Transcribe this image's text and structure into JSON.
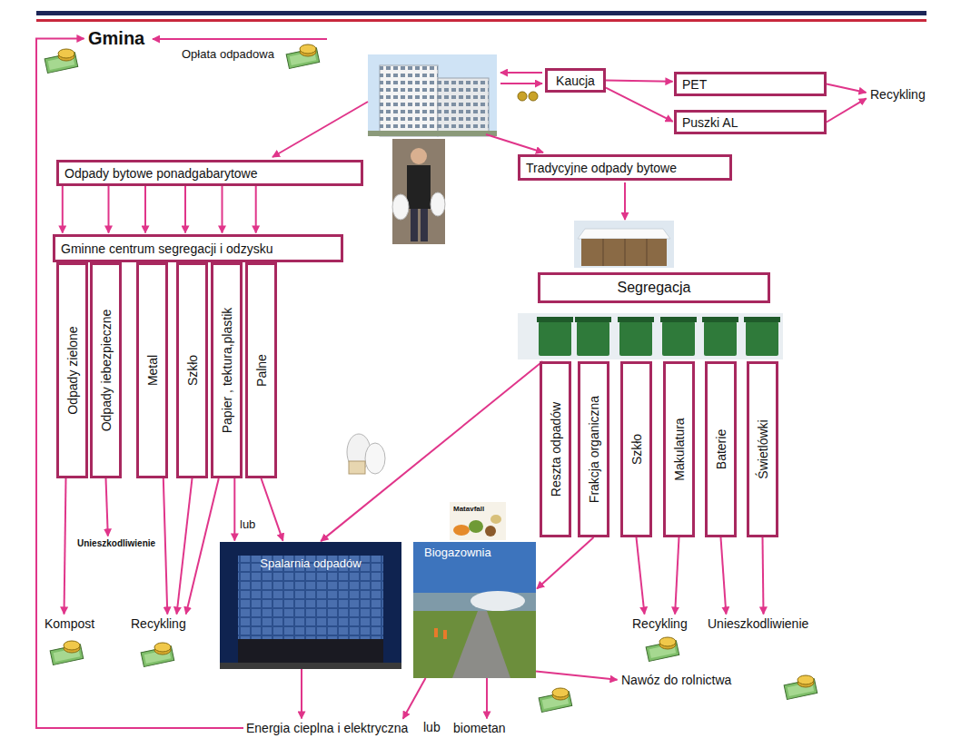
{
  "diagram": {
    "nodes": [
      {
        "text": [
          "Gmina"
        ]
      },
      {
        "text": [
          "Kaucja"
        ]
      },
      {
        "text": [
          "PET"
        ]
      },
      {
        "text": [
          "Puszki AL"
        ]
      },
      {
        "text": [
          "Recykling"
        ]
      },
      {
        "text": [
          "Odpady bytowe ponadgabarytowe"
        ]
      },
      {
        "text": [
          "Tradycyjne odpady bytowe"
        ]
      },
      {
        "text": [
          "Gminne centrum segregacji i odzysku"
        ]
      },
      {
        "text": [
          "Odpady zielone"
        ]
      },
      {
        "text": [
          "Odpady iebezpieczne"
        ]
      },
      {
        "text": [
          "Metal"
        ]
      },
      {
        "text": [
          "Szkło"
        ]
      },
      {
        "text": [
          "Papier , tektura,plastik"
        ]
      },
      {
        "text": [
          "Palne"
        ]
      },
      {
        "text": [
          "Segregacja"
        ]
      },
      {
        "text": [
          "Reszta odpadów"
        ]
      },
      {
        "text": [
          "Frakcja organiczna"
        ]
      },
      {
        "text": [
          "Szkło"
        ]
      },
      {
        "text": [
          "Makulatura"
        ]
      },
      {
        "text": [
          "Baterie"
        ]
      },
      {
        "text": [
          "Świetlówki"
        ]
      },
      {
        "text": [
          "Spalarnia odpadów"
        ]
      },
      {
        "text": [
          "Biogazownia"
        ]
      },
      {
        "text": [
          "Unieszkodliwienie"
        ]
      },
      {
        "text": [
          "Kompost"
        ]
      },
      {
        "text": [
          "Recykling"
        ]
      },
      {
        "text": [
          "Energia cieplna i elektryczna"
        ]
      },
      {
        "text": [
          "biometan"
        ]
      },
      {
        "text": [
          "Recykling"
        ]
      },
      {
        "text": [
          "Unieszkodliwienie"
        ]
      },
      {
        "text": [
          "Nawóz do rolnictwa"
        ]
      }
    ],
    "edges": [
      {
        "from": 1,
        "to": 2,
        "arrow": "to"
      },
      {
        "from": 1,
        "to": 3,
        "arrow": "to"
      },
      {
        "from": 2,
        "to": 4,
        "arrow": "to"
      },
      {
        "from": 3,
        "to": 4,
        "arrow": "to"
      },
      {
        "from": 5,
        "to": 7,
        "arrow": "to"
      },
      {
        "from": 5,
        "to": 7,
        "arrow": "to"
      },
      {
        "from": 5,
        "to": 7,
        "arrow": "to"
      },
      {
        "from": 5,
        "to": 7,
        "arrow": "to"
      },
      {
        "from": 5,
        "to": 7,
        "arrow": "to"
      },
      {
        "from": 5,
        "to": 7,
        "arrow": "to"
      },
      {
        "from": 8,
        "to": 24,
        "arrow": "to"
      },
      {
        "from": 9,
        "to": 23,
        "arrow": "to"
      },
      {
        "from": 10,
        "to": 25,
        "arrow": "to"
      },
      {
        "from": 11,
        "to": 25,
        "arrow": "to"
      },
      {
        "from": 12,
        "to": 25,
        "arrow": "to"
      },
      {
        "from": 12,
        "to": 21,
        "arrow": "to"
      },
      {
        "from": 13,
        "to": 21,
        "arrow": "to"
      },
      {
        "from": 15,
        "to": 21,
        "arrow": "to"
      },
      {
        "from": 16,
        "to": 22,
        "arrow": "to"
      },
      {
        "from": 17,
        "to": 28,
        "arrow": "to"
      },
      {
        "from": 18,
        "to": 28,
        "arrow": "to"
      },
      {
        "from": 19,
        "to": 29,
        "arrow": "to"
      },
      {
        "from": 20,
        "to": 29,
        "arrow": "to"
      },
      {
        "from": 21,
        "to": 26,
        "arrow": "to"
      },
      {
        "from": 22,
        "to": 26,
        "arrow": "to"
      },
      {
        "from": 22,
        "to": 27,
        "arrow": "to"
      },
      {
        "from": 22,
        "to": 30,
        "arrow": "to"
      },
      {
        "from": 26,
        "to": 0,
        "arrow": "to"
      }
    ],
    "labels": [
      "Opłata odpadowa",
      "lub",
      "lub",
      "Matavfall"
    ]
  }
}
